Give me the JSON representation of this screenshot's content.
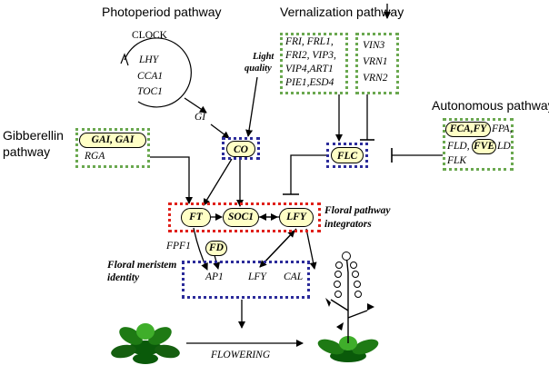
{
  "pathways": {
    "photoperiod": "Photoperiod pathway",
    "vernalization": "Vernalization pathway",
    "autonomous": "Autonomous pathway",
    "gibberellin_line1": "Gibberellin",
    "gibberellin_line2": "pathway"
  },
  "clock": {
    "title": "CLOCK",
    "genes": [
      "LHY",
      "CCA1",
      "TOC1"
    ]
  },
  "light_quality": {
    "line1": "Light",
    "line2": "quality"
  },
  "genes": {
    "gi": "GI",
    "co": "CO",
    "flc": "FLC",
    "ft": "FT",
    "soc1": "SOC1",
    "lfy": "LFY",
    "fd": "FD",
    "fpf1": "FPF1",
    "ap1": "AP1",
    "lfy_meristem": "LFY",
    "cal": "CAL"
  },
  "vernalization_left": [
    "FRI, FRL1,",
    "FRI2, VIP3,",
    "VIP4,ART1",
    "PIE1,ESD4"
  ],
  "vernalization_right": [
    "VIN3",
    "VRN1",
    "VRN2"
  ],
  "autonomous_genes": {
    "fca_fy": "FCA,FY",
    "fpa": "FPA,",
    "fld": "FLD,",
    "fve": "FVE",
    "ld": "LD",
    "flk": "FLK"
  },
  "gibberellin_genes": {
    "gai": "GAI, GAI",
    "rga": "RGA"
  },
  "labels": {
    "integrators_line1": "Floral pathway",
    "integrators_line2": "integrators",
    "meristem_line1": "Floral meristem",
    "meristem_line2": "identity",
    "flowering": "FLOWERING"
  },
  "colors": {
    "green_box": "#6aa84f",
    "blue_box": "#2b2b9a",
    "red_box": "#e0201a",
    "gene_fill": "#ffffc6",
    "plant_dark": "#0a5a0a",
    "plant_light": "#3fae2a"
  }
}
